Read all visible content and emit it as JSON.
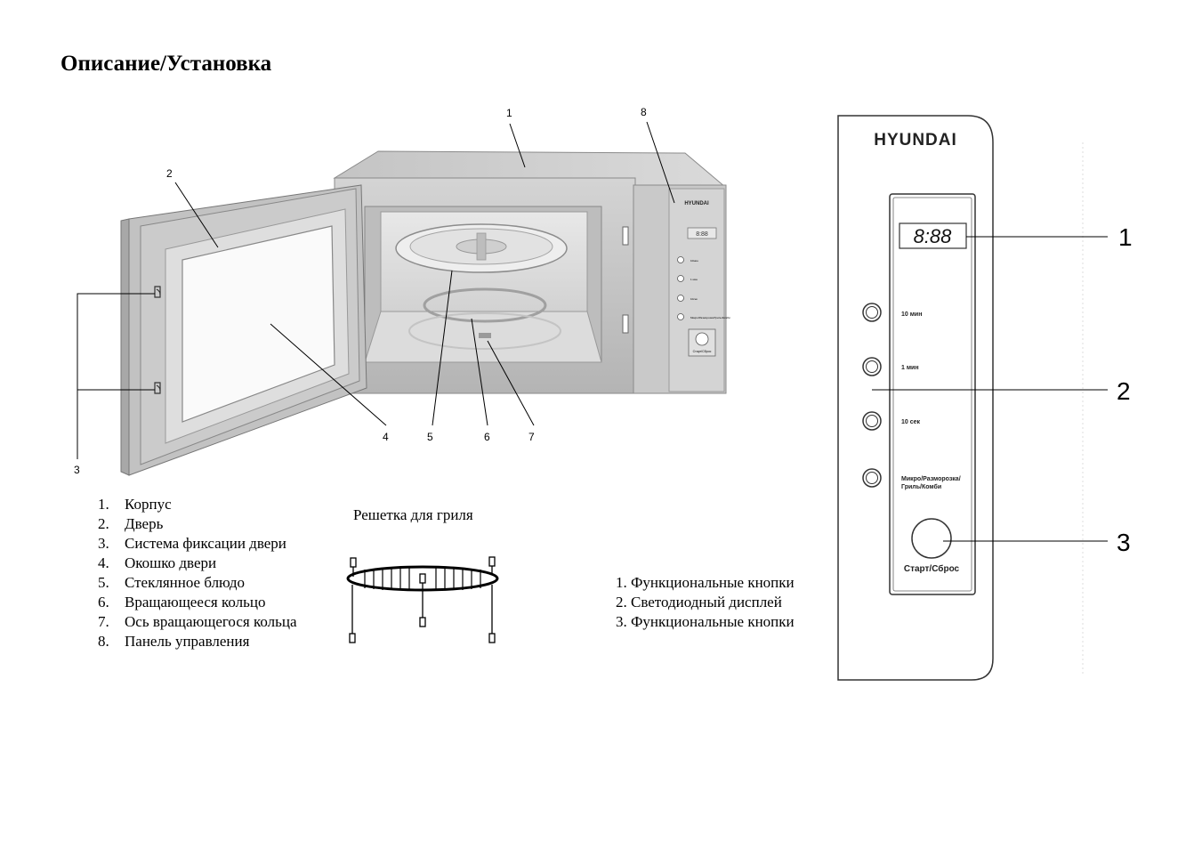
{
  "page_title": "Описание/Установка",
  "microwave_callouts": [
    "1",
    "2",
    "3",
    "4",
    "5",
    "6",
    "7",
    "8"
  ],
  "small_panel": {
    "brand": "HYUNDAI",
    "display": "8:88",
    "buttons": [
      "10мин",
      "1 мин",
      "10сек",
      "Микро/Разморозка/Гриль/Комби"
    ],
    "start_label": "Старт/Сброс"
  },
  "parts_legend": [
    {
      "num": "1.",
      "text": "Корпус"
    },
    {
      "num": "2.",
      "text": "Дверь"
    },
    {
      "num": "3.",
      "text": "Система фиксации двери"
    },
    {
      "num": "4.",
      "text": "Окошко двери"
    },
    {
      "num": "5.",
      "text": "Стеклянное блюдо"
    },
    {
      "num": "6.",
      "text": "Вращающееся кольцо"
    },
    {
      "num": "7.",
      "text": "Ось вращающегося кольца"
    },
    {
      "num": "8.",
      "text": "Панель управления"
    }
  ],
  "grill_rack_title": "Решетка для гриля",
  "panel_functions": [
    "1. Функциональные кнопки",
    "2. Светодиодный дисплей",
    "3. Функциональные кнопки"
  ],
  "control_panel": {
    "brand": "HYUNDAI",
    "display": "8:88",
    "buttons": [
      "10 мин",
      "1 мин",
      "10 сек",
      "Микро/Разморозка/",
      "Гриль/Комби"
    ],
    "start_label": "Старт/Сброс",
    "callouts": [
      "1",
      "2",
      "3"
    ]
  }
}
